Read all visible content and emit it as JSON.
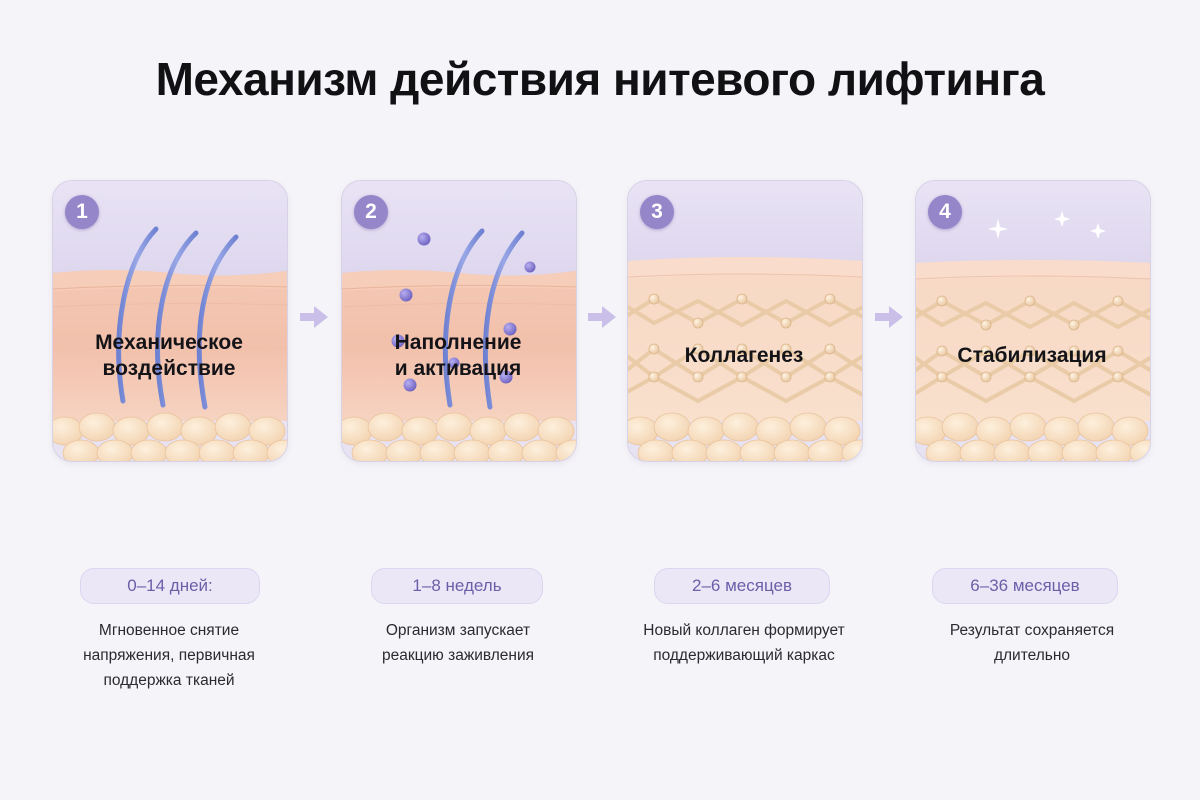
{
  "title": "Механизм действия нитевого лифтинга",
  "colors": {
    "accent": "#9585c9",
    "thread": "#7d8fd6",
    "pill_bg": "#ebe7f7",
    "pill_text": "#6b5fa8",
    "skin": "#f3c6b1",
    "fat": "#f7dcbd"
  },
  "stages": [
    {
      "number": "1",
      "title": "Механическое воздействие",
      "title_line1": "Механическое",
      "title_line2": "воздействие",
      "period": "0–14 дней:",
      "desc_line1": "Мгновенное снятие",
      "desc_line2": "напряжения, первичная",
      "desc_line3": "поддержка тканей",
      "illustration": "threads-in-skin"
    },
    {
      "number": "2",
      "title": "Наполнение и активация",
      "title_line1": "Наполнение",
      "title_line2": "и активация",
      "period": "1–8 недель",
      "desc_line1": "Организм запускает",
      "desc_line2": "реакцию заживления",
      "illustration": "threads-with-cells"
    },
    {
      "number": "3",
      "title": "Коллагенез",
      "title_line1": "Коллагенез",
      "period": "2–6 месяцев",
      "desc_line1": "Новый коллаген формирует",
      "desc_line2": "поддерживающий каркас",
      "illustration": "collagen-mesh"
    },
    {
      "number": "4",
      "title": "Стабилизация",
      "title_line1": "Стабилизация",
      "period": "6–36 месяцев",
      "desc_line1": "Результат сохраняется",
      "desc_line2": "длительно",
      "illustration": "stable-mesh-with-sparkles"
    }
  ]
}
